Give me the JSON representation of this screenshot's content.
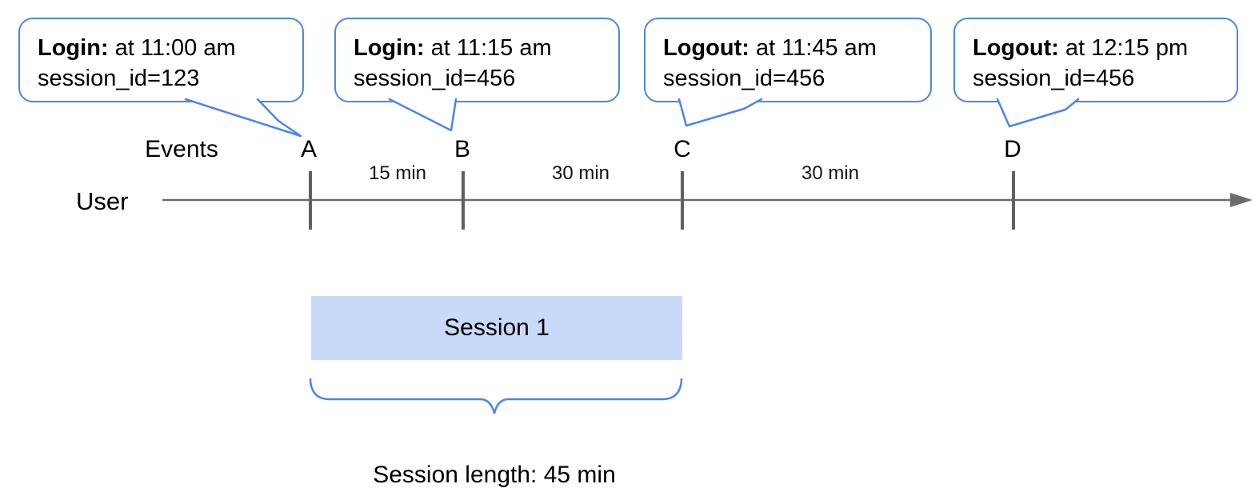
{
  "diagram": {
    "callouts": [
      {
        "event": "Login:",
        "detail": " at 11:00 am",
        "line2": "session_id=123"
      },
      {
        "event": "Login:",
        "detail": " at 11:15 am",
        "line2": "session_id=456"
      },
      {
        "event": "Logout:",
        "detail": " at 11:45 am",
        "line2": "session_id=456"
      },
      {
        "event": "Logout:",
        "detail": " at 12:15 pm",
        "line2": "session_id=456"
      }
    ],
    "axis": {
      "events_label": "Events",
      "user_label": "User",
      "markers": [
        "A",
        "B",
        "C",
        "D"
      ],
      "intervals": [
        "15 min",
        "30 min",
        "30 min"
      ]
    },
    "session": {
      "label": "Session 1",
      "length_label": "Session length: 45 min"
    },
    "colors": {
      "accent_blue": "#4a86e8",
      "session_fill": "#c9daf8",
      "timeline_gray": "#6b6b6b",
      "tick_gray": "#606060"
    }
  }
}
